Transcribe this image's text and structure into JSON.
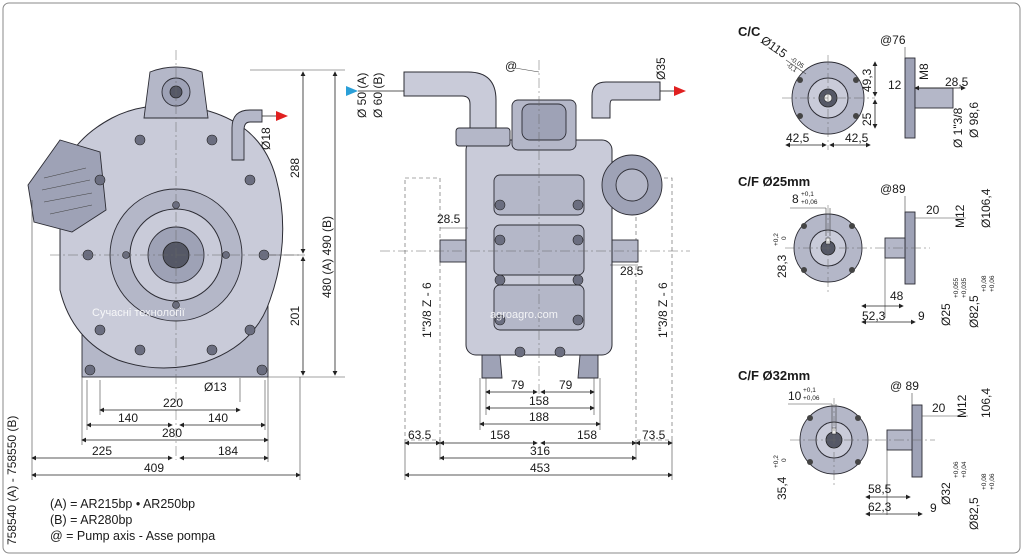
{
  "front_view": {
    "dims": {
      "d18": "Ø18",
      "h288": "288",
      "h201": "201",
      "h480": "480 (A) 490 (B)",
      "d13": "Ø13",
      "w220": "220",
      "w140a": "140",
      "w140b": "140",
      "w280": "280",
      "w225": "225",
      "w184": "184",
      "w409": "409"
    },
    "side_label": "758540 (A) - 758550 (B)",
    "watermark": "Сучасні технології"
  },
  "center_view": {
    "dims": {
      "d50": "Ø 50 (A)",
      "d60": "Ø 60 (B)",
      "pump_axis_mark": "@",
      "d35": "Ø35",
      "o285a": "28.5",
      "o285b": "28.5",
      "thread_a": "1\"3/8 Z - 6",
      "thread_b": "1\"3/8 Z - 6",
      "w79a": "79",
      "w79b": "79",
      "w158": "158",
      "w188": "188",
      "w635": "63.5",
      "w158a": "158",
      "w158b": "158",
      "w735": "73.5",
      "w316": "316",
      "w453": "453"
    },
    "watermark": "agroagro.com"
  },
  "right_views": {
    "cc": {
      "title": "C/C",
      "d115": "Ø115",
      "d115_tol": "-0,05",
      "d115_tol2": "-0,1",
      "at76": "@76",
      "m8": "M8",
      "h493": "49,3",
      "h25": "25",
      "w12": "12",
      "w285": "28,5",
      "thread": "Ø 1\"3/8",
      "d986": "Ø 98,6",
      "w425a": "42,5",
      "w425b": "42,5"
    },
    "cf25": {
      "title": "C/F Ø25mm",
      "w8": "8",
      "w8_tol1": "+0,1",
      "w8_tol2": "+0,06",
      "at89": "@89",
      "w20": "20",
      "m12": "M12",
      "d1064": "Ø106,4",
      "h283": "28,3",
      "h283_tol1": "+0,2",
      "h283_tol2": "0",
      "w48": "48",
      "w523": "52,3",
      "w9": "9",
      "d25": "Ø25",
      "d25_tol1": "+0,055",
      "d25_tol2": "+0,035",
      "d825": "Ø82,5",
      "d825_tol1": "+0,08",
      "d825_tol2": "+0,06"
    },
    "cf32": {
      "title": "C/F Ø32mm",
      "w10": "10",
      "w10_tol1": "+0,1",
      "w10_tol2": "+0,06",
      "at89": "@ 89",
      "w20": "20",
      "m12": "M12",
      "d1064": "106,4",
      "h354": "35,4",
      "h354_tol1": "+0,2",
      "h354_tol2": "0",
      "w585": "58,5",
      "w623": "62,3",
      "w9": "9",
      "d32": "Ø32",
      "d32_tol1": "+0,06",
      "d32_tol2": "+0,04",
      "d825": "Ø82,5",
      "d825_tol1": "+0,08",
      "d825_tol2": "+0,06"
    }
  },
  "legend": {
    "line1": "(A) = AR215bp • AR250bp",
    "line2": "(B) = AR280bp",
    "line3": "@  = Pump axis - Asse pompa"
  },
  "colors": {
    "body": "#c9cbd9",
    "line": "#222222",
    "arrow_red": "#e02020",
    "arrow_blue": "#2a9fd8"
  }
}
